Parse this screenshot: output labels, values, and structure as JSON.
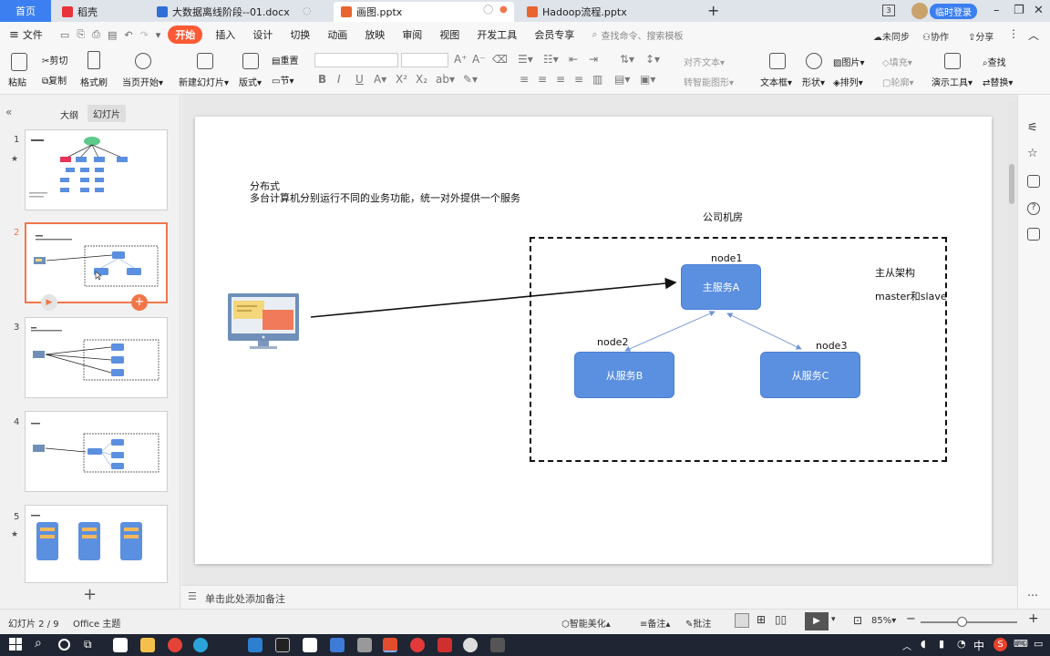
{
  "tabs": {
    "home": "首页",
    "daoke": "稻壳",
    "docx": "大数据离线阶段--01.docx",
    "pptx_active": "画图.pptx",
    "hadoop": "Hadoop流程.pptx"
  },
  "titlebar": {
    "login": "临时登录",
    "badge": "3"
  },
  "menu": {
    "file": "文件",
    "start": "开始",
    "items": [
      "插入",
      "设计",
      "切换",
      "动画",
      "放映",
      "审阅",
      "视图",
      "开发工具",
      "会员专享"
    ],
    "search": "查找命令、搜索模板",
    "unsync": "未同步",
    "collab": "协作",
    "share": "分享"
  },
  "ribbon": {
    "paste": "粘贴",
    "cut": "剪切",
    "copy": "复制",
    "format_painter": "格式刷",
    "from_current": "当页开始",
    "new_slide": "新建幻灯片",
    "layout": "版式",
    "section": "节",
    "reset": "重置",
    "align_text": "对齐文本",
    "to_smartart": "转智能图形",
    "textbox": "文本框",
    "shape": "形状",
    "picture": "图片",
    "arrange": "排列",
    "fill": "填充",
    "outline": "轮廓",
    "present_tools": "演示工具",
    "find": "查找",
    "replace": "替换"
  },
  "leftpane": {
    "outline_tab": "大纲",
    "slides_tab": "幻灯片",
    "slides": [
      "1",
      "2",
      "3",
      "4",
      "5"
    ],
    "add": "+"
  },
  "slide": {
    "heading": "分布式",
    "subheading": "多台计算机分别运行不同的业务功能，统一对外提供一个服务",
    "room_label": "公司机房",
    "nodes": [
      {
        "name": "node1",
        "box": "主服务A"
      },
      {
        "name": "node2",
        "box": "从服务B"
      },
      {
        "name": "node3",
        "box": "从服务C"
      }
    ],
    "arch_label": "主从架构",
    "arch_sub": "master和slave"
  },
  "notes": {
    "placeholder": "单击此处添加备注"
  },
  "status": {
    "slide_counter": "幻灯片 2 / 9",
    "theme": "Office 主题",
    "beautify": "智能美化",
    "notes": "备注",
    "comments": "批注",
    "zoom": "85%"
  },
  "taskbar": {
    "ime": "中",
    "s_icon": "S"
  },
  "colors": {
    "accent": "#3b7ff0",
    "start_button": "#ff5a36",
    "node_fill": "#5b8fe0",
    "selected_thumb": "#f0764a"
  }
}
